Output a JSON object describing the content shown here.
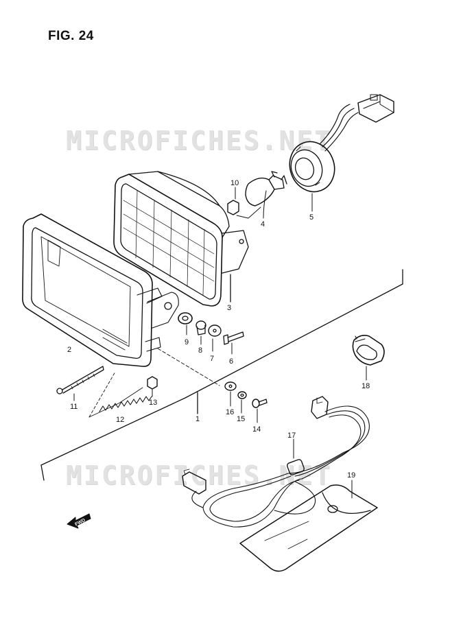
{
  "figure": {
    "title": "FIG. 24"
  },
  "watermarks": [
    "MICROFICHES.NET",
    "MICROFICHES.NET"
  ],
  "fwd_label": "FWD",
  "parts": [
    {
      "id": "p1",
      "label": "1"
    },
    {
      "id": "p2",
      "label": "2"
    },
    {
      "id": "p3",
      "label": "3"
    },
    {
      "id": "p4",
      "label": "4"
    },
    {
      "id": "p5",
      "label": "5"
    },
    {
      "id": "p6",
      "label": "6"
    },
    {
      "id": "p7",
      "label": "7"
    },
    {
      "id": "p8",
      "label": "8"
    },
    {
      "id": "p9",
      "label": "9"
    },
    {
      "id": "p10",
      "label": "10"
    },
    {
      "id": "p11",
      "label": "11"
    },
    {
      "id": "p12",
      "label": "12"
    },
    {
      "id": "p13",
      "label": "13"
    },
    {
      "id": "p14",
      "label": "14"
    },
    {
      "id": "p15",
      "label": "15"
    },
    {
      "id": "p16",
      "label": "16"
    },
    {
      "id": "p17",
      "label": "17"
    },
    {
      "id": "p18",
      "label": "18"
    },
    {
      "id": "p19",
      "label": "19"
    }
  ],
  "colors": {
    "line": "#111111",
    "watermark": "#e2e2e2",
    "background": "#ffffff"
  }
}
